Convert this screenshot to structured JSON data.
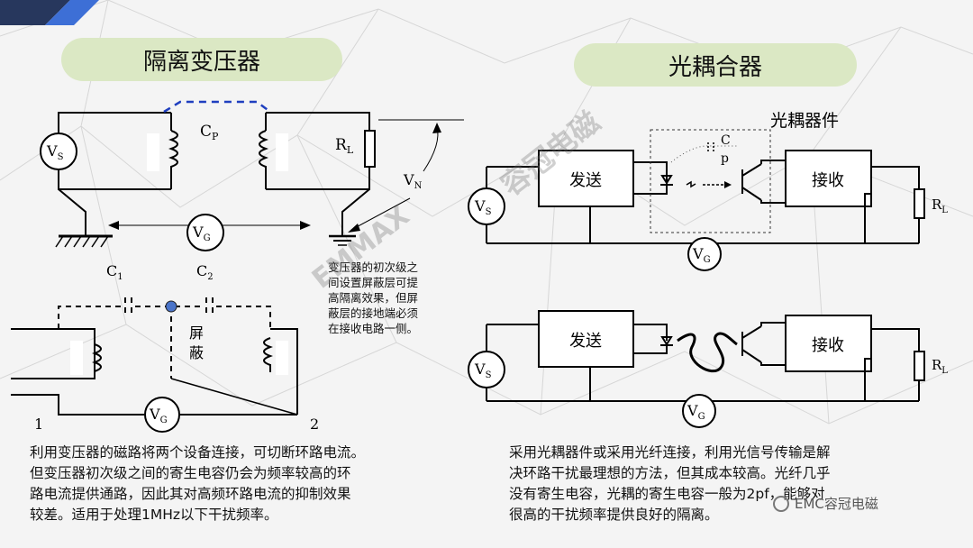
{
  "left_panel": {
    "title": "隔离变压器",
    "labels": {
      "cp_main": "C",
      "cp_sub": "P",
      "vs_main": "V",
      "vs_sub": "S",
      "rl_main": "R",
      "rl_sub": "L",
      "vn_main": "V",
      "vn_sub": "N",
      "vg_main": "V",
      "vg_sub": "G",
      "c1_main": "C",
      "c1_sub": "1",
      "c2_main": "C",
      "c2_sub": "2",
      "shield_line1": "屏",
      "shield_line2": "蔽",
      "node1": "1",
      "node2": "2"
    },
    "note_lines": [
      "变压器的初次级之",
      "间设置屏蔽层可提",
      "高隔离效果，但屏",
      "蔽层的接地端必须",
      "在接收电路一侧。"
    ],
    "paragraph_lines": [
      "利用变压器的磁路将两个设备连接，可切断环路电流。",
      "但变压器初次级之间的寄生电容仍会为频率较高的环",
      "路电流提供通路，因此其对高频环路电流的抑制效果",
      "较差。适用于处理1MHz以下干扰频率。"
    ]
  },
  "right_panel": {
    "title": "光耦合器",
    "device_label": "光耦器件",
    "sender": "发送",
    "receiver": "接收",
    "cp_top": "C",
    "cp_bottom": "p",
    "vs_main": "V",
    "vs_sub": "S",
    "rl_main": "R",
    "rl_sub": "L",
    "vg_main": "V",
    "vg_sub": "G",
    "paragraph_lines": [
      "采用光耦器件或采用光纤连接，利用光信号传输是解",
      "决环路干扰最理想的方法，但其成本较高。光纤几乎",
      "没有寄生电容，光耦的寄生电容一般为2pf，能够对",
      "很高的干扰频率提供良好的隔离。"
    ]
  },
  "watermark": {
    "brand": "EMMAX",
    "cn": "容冠电磁"
  },
  "badge": "EMC容冠电磁",
  "colors": {
    "pill": "#dbe8c4",
    "dashed_blue": "#1f3fbf",
    "node_blue": "#4a74c9",
    "corner_navy": "#27375d",
    "corner_blue": "#3d6fd6"
  }
}
